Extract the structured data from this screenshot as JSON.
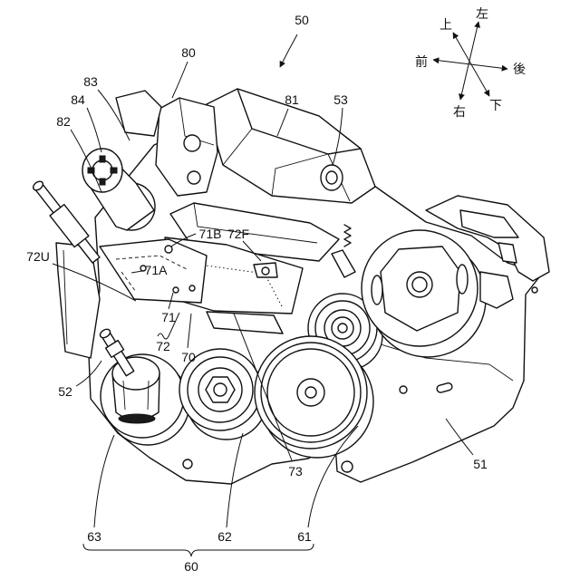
{
  "figure": {
    "labels": {
      "r50": "50",
      "r80": "80",
      "r83": "83",
      "r84": "84",
      "r81": "81",
      "r53": "53",
      "r82": "82",
      "r71B": "71B",
      "r72F": "72F",
      "r72U": "72U",
      "r71A": "71A",
      "r71": "71",
      "r72": "72",
      "r70": "70",
      "r52": "52",
      "r73": "73",
      "r51": "51",
      "r63": "63",
      "r62": "62",
      "r61": "61",
      "r60": "60"
    }
  },
  "directions": {
    "up": "上",
    "left": "左",
    "front": "前",
    "back": "後",
    "right": "右",
    "down": "下"
  }
}
